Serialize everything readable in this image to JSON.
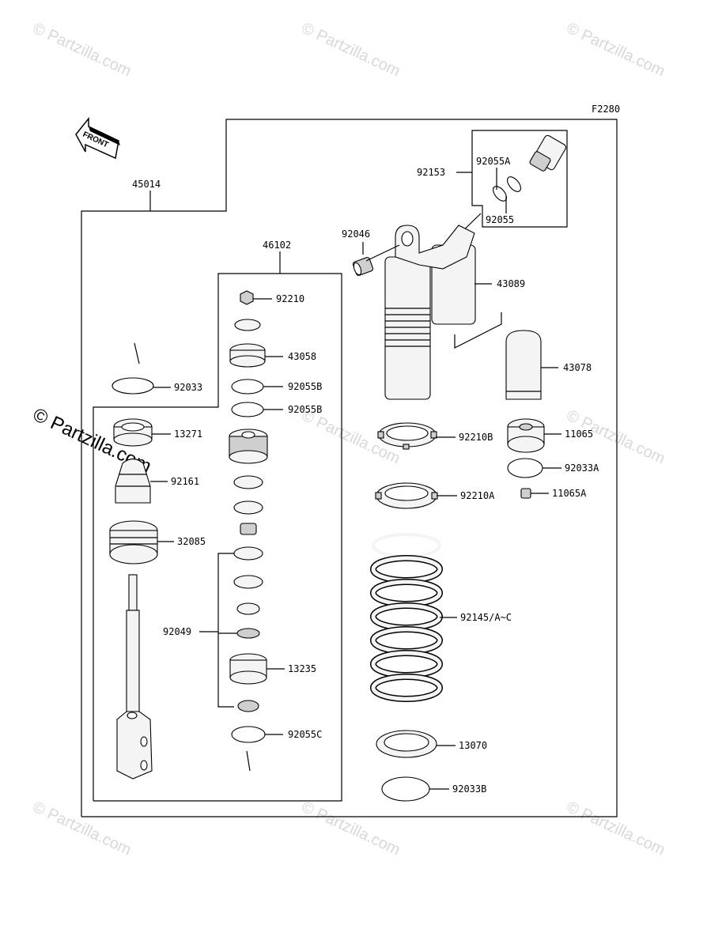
{
  "diagram_code": "F2280",
  "front_label": "FRONT",
  "watermark": "© Partzilla.com",
  "parts": {
    "p45014": "45014",
    "p46102": "46102",
    "p92153": "92153",
    "p92055A": "92055A",
    "p92055": "92055",
    "p92046": "92046",
    "p43089": "43089",
    "p92210": "92210",
    "p43058": "43058",
    "p92033": "92033",
    "p92055B_1": "92055B",
    "p92055B_2": "92055B",
    "p13271": "13271",
    "p92161": "92161",
    "p32085": "32085",
    "p92049": "92049",
    "p13235": "13235",
    "p92055C": "92055C",
    "p43078": "43078",
    "p11065": "11065",
    "p92033A": "92033A",
    "p11065A": "11065A",
    "p92210B": "92210B",
    "p92210A": "92210A",
    "p92145": "92145/A~C",
    "p13070": "13070",
    "p92033B": "92033B"
  }
}
